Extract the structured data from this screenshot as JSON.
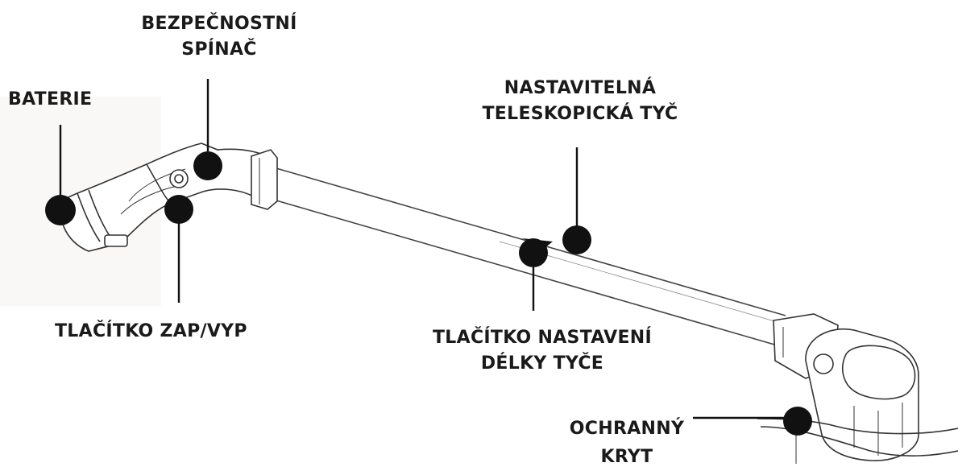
{
  "labels": {
    "baterie": [
      "BATERIE"
    ],
    "bezpecnostni_spinac": [
      "BEZPEČNOSTNÍ",
      "SPÍNAČ"
    ],
    "teleskopicka_tyc": [
      "NASTAVITELNÁ",
      "TELESKOPICKÁ TYČ"
    ],
    "tlacitko_zapvyp": [
      "TLAČÍTKO ZAP/VYP"
    ],
    "tlacitko_nastaveni": [
      "TLAČÍTKO NASTAVENÍ",
      "DÉLKY TYČE"
    ],
    "ochranny_kryt": [
      "OCHRANNÝ",
      "KRYT"
    ]
  },
  "colors": {
    "marker": "#111111",
    "drawing": "#333333",
    "text": "#1a1a1a"
  }
}
